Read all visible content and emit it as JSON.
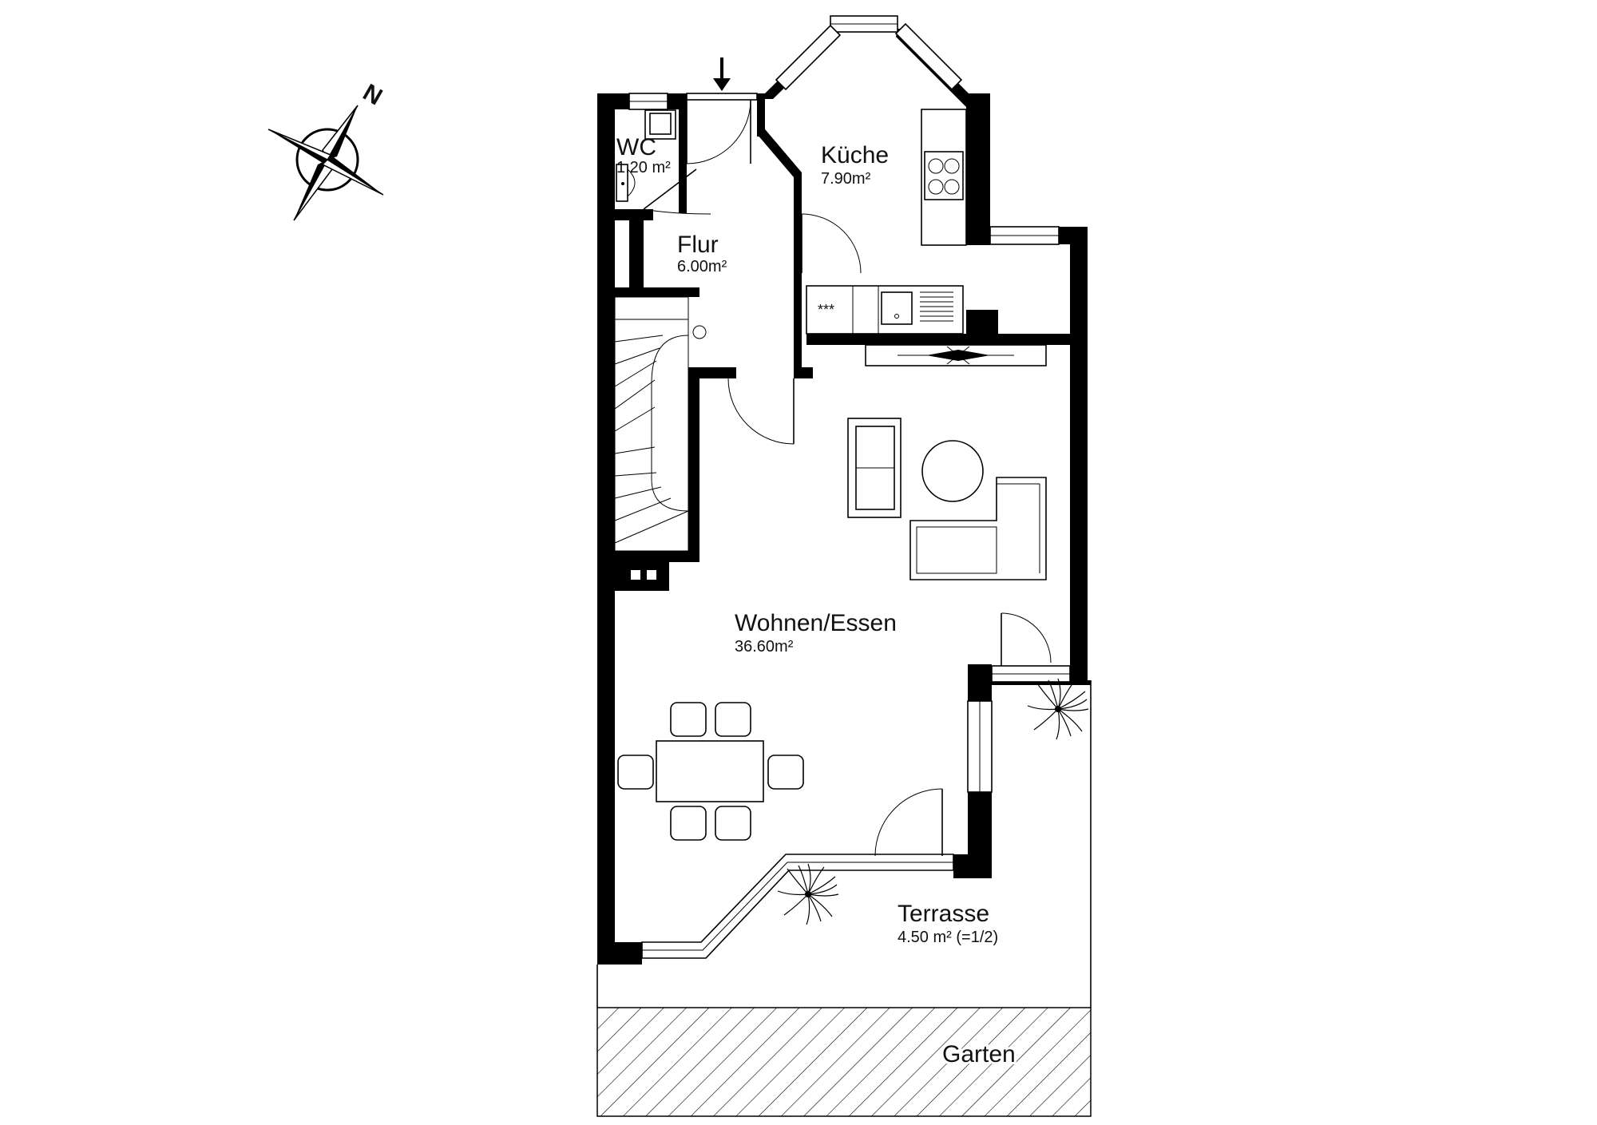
{
  "compass": {
    "north_label": "N"
  },
  "rooms": {
    "wc": {
      "name": "WC",
      "area": "1.20 m²"
    },
    "kueche": {
      "name": "Küche",
      "area": "7.90m²"
    },
    "flur": {
      "name": "Flur",
      "area": "6.00m²"
    },
    "wohnen": {
      "name": "Wohnen/Essen",
      "area": "36.60m²"
    },
    "terrasse": {
      "name": "Terrasse",
      "area": "4.50 m² (=1/2)"
    },
    "garten": {
      "name": "Garten"
    }
  },
  "kitchen_counter_label": "***",
  "colors": {
    "wall": "#000000",
    "background": "#ffffff",
    "line": "#000000"
  }
}
